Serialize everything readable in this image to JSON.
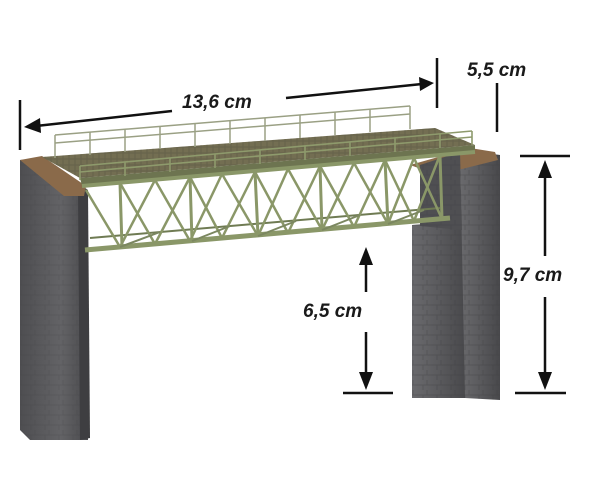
{
  "dimensions": {
    "length": "13,6 cm",
    "depth": "5,5 cm",
    "total_height": "9,7 cm",
    "clearance": "6,5 cm"
  },
  "colors": {
    "bridge_green": "#8a9768",
    "stone_gray": "#5c5c5e",
    "pier_cap_brown": "#8a6a4a",
    "dimension_line": "#111111"
  }
}
